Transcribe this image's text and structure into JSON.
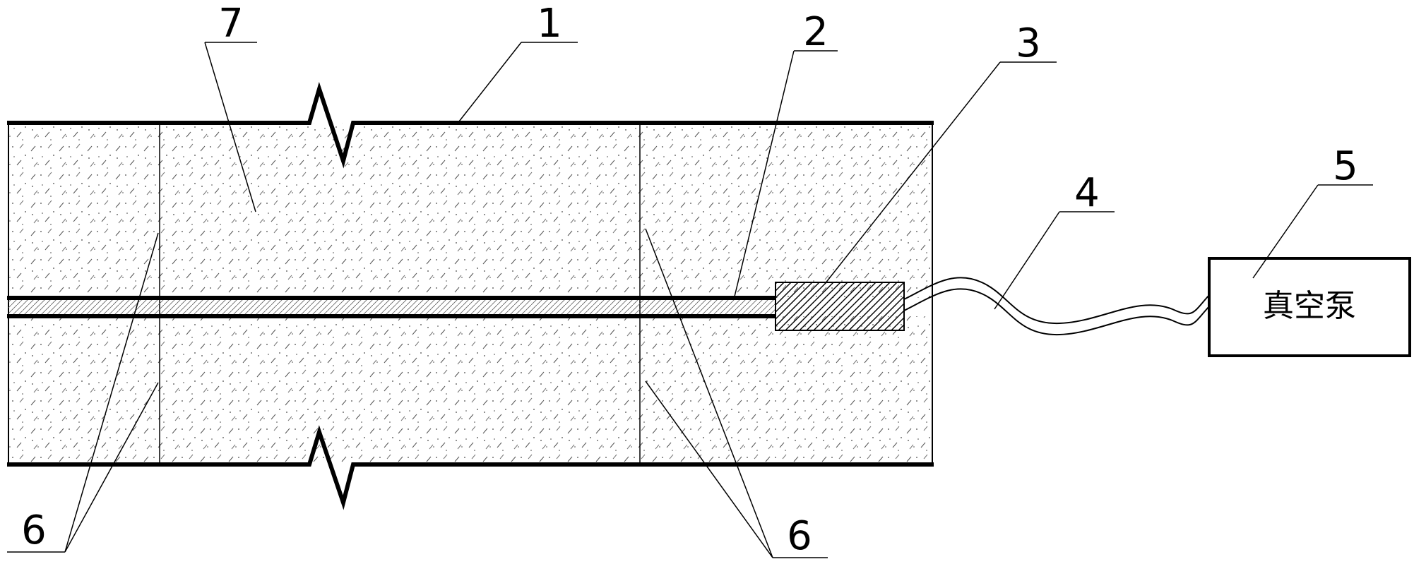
{
  "figure": {
    "labels": {
      "layer_top": "1",
      "pipe": "2",
      "filter": "3",
      "hose": "4",
      "pump": "5",
      "divider_left": "6",
      "divider_right": "6",
      "soil": "7"
    },
    "pump_text": "真空泵"
  },
  "colors": {
    "line": "#000000",
    "background": "#ffffff"
  }
}
